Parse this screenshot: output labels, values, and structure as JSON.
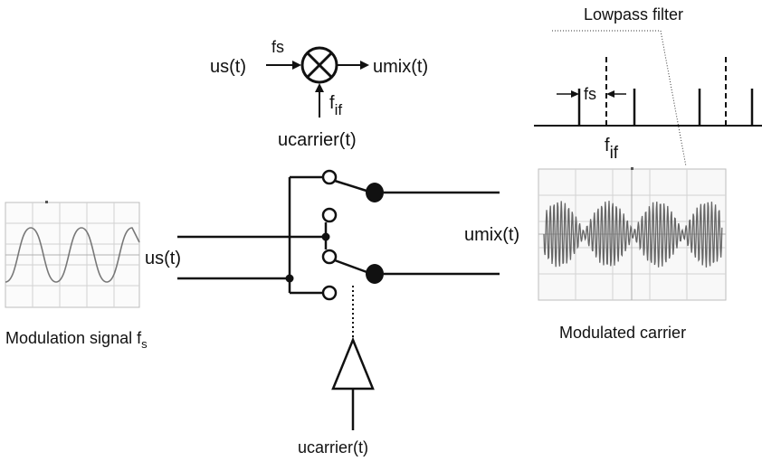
{
  "mixer": {
    "input_label": "us(t)",
    "input_freq_label": "fs",
    "output_label": "umix(t)",
    "lo_freq_label": "f",
    "lo_freq_sub": "if",
    "lo_label": "ucarrier(t)"
  },
  "spectrum": {
    "filter_label": "Lowpass filter",
    "spacing_label": "fs",
    "center_label": "f",
    "center_sub": "if"
  },
  "left_scope": {
    "caption_main": "Modulation signal f",
    "caption_sub": "s"
  },
  "circuit": {
    "input_label": "us(t)",
    "output_label": "umix(t)",
    "driver_label": "ucarrier(t)"
  },
  "right_scope": {
    "caption": "Modulated carrier"
  },
  "colors": {
    "line": "#111111",
    "grid": "#c8c8c8",
    "trace": "#777777"
  }
}
